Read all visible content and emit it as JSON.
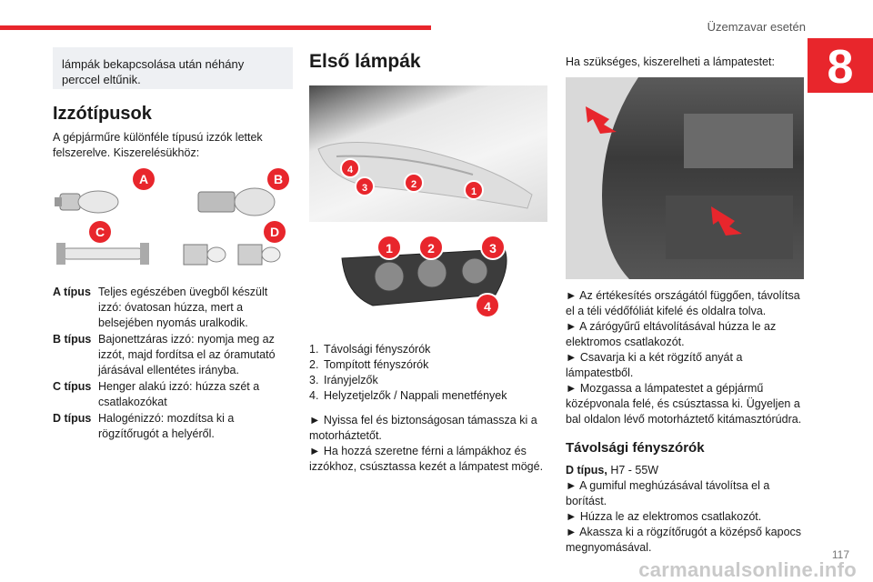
{
  "header": {
    "title": "Üzemzavar esetén",
    "chapter": "8"
  },
  "col1": {
    "note": "lámpák bekapcsolása után néhány perccel eltűnik.",
    "heading": "Izzótípusok",
    "intro": "A gépjárműre különféle típusú izzók lettek felszerelve. Kiszerelésükhöz:",
    "badges": [
      "A",
      "B",
      "C",
      "D"
    ],
    "types": [
      {
        "label": "A típus",
        "desc": "Teljes egészében üvegből készült izzó: óvatosan húzza, mert a belsejében nyomás uralkodik."
      },
      {
        "label": "B típus",
        "desc": "Bajonettzáras izzó: nyomja meg az izzót, majd fordítsa el az óramutató járásával ellentétes irányba."
      },
      {
        "label": "C típus",
        "desc": "Henger alakú izzó: húzza szét a csatlakozókat"
      },
      {
        "label": "D típus",
        "desc": "Halogénizzó: mozdítsa ki a rögzítőrugót a helyéről."
      }
    ]
  },
  "col2": {
    "heading": "Első lámpák",
    "photo_badges": [
      "4",
      "3",
      "2",
      "1"
    ],
    "unit_badges": [
      "1",
      "2",
      "3",
      "4"
    ],
    "list": [
      {
        "n": "1.",
        "text": "Távolsági fényszórók"
      },
      {
        "n": "2.",
        "text": "Tompított fényszórók"
      },
      {
        "n": "3.",
        "text": "Irányjelzők"
      },
      {
        "n": "4.",
        "text": "Helyzetjelzők / Nappali menetfények"
      }
    ],
    "bullets": [
      "► Nyissa fel és biztonságosan támassza ki a motorháztetőt.",
      "► Ha hozzá szeretne férni a lámpákhoz és izzókhoz, csúsztassa kezét a lámpatest mögé."
    ]
  },
  "col3": {
    "intro": "Ha szükséges, kiszerelheti a lámpatestet:",
    "bullets": [
      "► Az értékesítés országától függően, távolítsa el a téli védőfóliát kifelé és oldalra tolva.",
      "► A zárógyűrű eltávolításával húzza le az elektromos csatlakozót.",
      "► Csavarja ki a két rögzítő anyát a lámpatestből.",
      "► Mozgassa a lámpatestet a gépjármű középvonala felé, és csúsztassa ki. Ügyeljen a bal oldalon lévő motorháztető kitámasztórúdra."
    ],
    "subheading": "Távolsági fényszórók",
    "dtype_label": "D típus,",
    "dtype_value": " H7 - 55W",
    "bullets2": [
      "► A gumiful meghúzásával távolítsa el a borítást.",
      "► Húzza le az elektromos csatlakozót.",
      "► Akassza ki a rögzítőrugót a középső kapocs megnyomásával."
    ]
  },
  "footer": {
    "page": "117",
    "watermark": "carmanualsonline.info"
  }
}
